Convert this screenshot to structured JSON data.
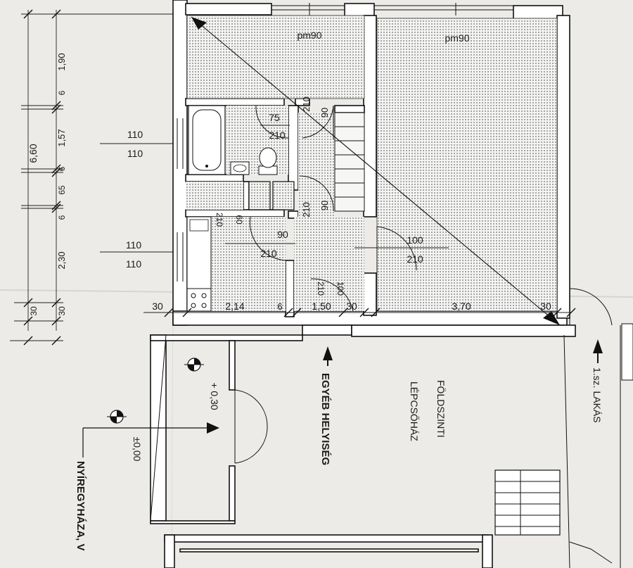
{
  "floor_labels": {
    "pm_left": "pm90",
    "pm_right": "pm90",
    "egyeb": "EGYÉB HELYISÉG",
    "foldszinti": "FÖLDSZINTI",
    "lepcsohaz": "LÉPCSŐHÁZ",
    "lakas": "1.sz. LAKÁS",
    "street": "NYÍREGYHÁZA, V",
    "level_plus": "+ 0,30",
    "level_zero": "±0,00"
  },
  "door_labels": {
    "d1_w": "90",
    "d1_h": "210",
    "d2_w": "75",
    "d2_h": "210",
    "d3_w": "90",
    "d3_h": "210",
    "d4_w": "90",
    "d4_h": "210",
    "d5_w": "100",
    "d5_h": "210",
    "d6_w": "100",
    "d6_h": "210",
    "d7_w": "210",
    "d7_h": "60"
  },
  "window_labels": {
    "w1_top": "110",
    "w1_bottom": "110",
    "w2_top": "110",
    "w2_bottom": "110"
  },
  "vertical_dims": {
    "d_190": "1,90",
    "d_6a": "6",
    "d_157": "1,57",
    "d_6b": "6",
    "d_65": "65",
    "d_6c": "6",
    "d_230": "2,30",
    "d_30a": "30",
    "d_30b": "30",
    "d_660": "6,60"
  },
  "horizontal_dims": {
    "h_30a": "30",
    "h_214": "2,14",
    "h_6": "6",
    "h_150": "1,50",
    "h_30b": "30",
    "h_370": "3,70",
    "h_30c": "30"
  },
  "colors": {
    "paper": "#ecebe7",
    "ink": "#111111",
    "hatch": "#8a8a8a"
  }
}
